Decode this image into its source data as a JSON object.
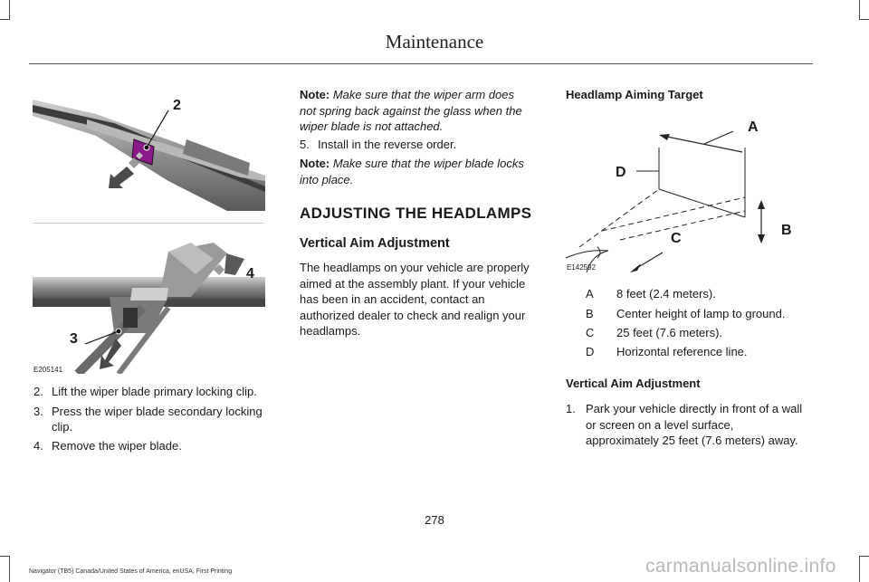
{
  "header": {
    "title": "Maintenance"
  },
  "left_column": {
    "figure_top": {
      "callout": "2"
    },
    "figure_bottom": {
      "callout_3": "3",
      "callout_4": "4",
      "code": "E205141"
    },
    "steps": [
      {
        "num": "2.",
        "text": "Lift the wiper blade primary locking clip."
      },
      {
        "num": "3.",
        "text_line1": "Press the wiper blade secondary locking",
        "text_line2": "clip."
      },
      {
        "num": "4.",
        "text": "Remove the wiper blade."
      }
    ]
  },
  "middle_column": {
    "note1": {
      "label": "Note:",
      "lines": [
        "Make sure that the wiper arm does",
        "not spring back against the glass when the",
        "wiper blade is not attached."
      ]
    },
    "step5": {
      "num": "5.",
      "text": "Install in the reverse order."
    },
    "note2": {
      "label": "Note:",
      "lines": [
        "Make sure that the wiper blade locks",
        "into place."
      ]
    },
    "section_title": "ADJUSTING THE HEADLAMPS",
    "subsection_title": "Vertical Aim Adjustment",
    "paragraph_lines": [
      "The headlamps on your vehicle are properly",
      "aimed at the assembly plant. If your vehicle",
      "has been in an accident, contact an",
      "authorized dealer to check and realign your",
      "headlamps."
    ]
  },
  "right_column": {
    "figure_title": "Headlamp Aiming Target",
    "figure_labels": {
      "a": "A",
      "b": "B",
      "c": "C",
      "d": "D",
      "code": "E142592"
    },
    "legend": [
      {
        "key": "A",
        "value": "8 feet (2.4 meters)."
      },
      {
        "key": "B",
        "value": "Center height of lamp to ground."
      },
      {
        "key": "C",
        "value": "25 feet (7.6 meters)."
      },
      {
        "key": "D",
        "value": "Horizontal reference line."
      }
    ],
    "subheading": "Vertical Aim Adjustment",
    "step1": {
      "num": "1.",
      "lines": [
        "Park your vehicle directly in front of a wall",
        "or screen on a level surface,",
        "approximately 25 feet (7.6 meters) away."
      ]
    }
  },
  "footer": {
    "page_number": "278",
    "edition": "Navigator (TB5) Canada/United States of America, enUSA, First Printing",
    "watermark": "carmanualsonline.info"
  }
}
